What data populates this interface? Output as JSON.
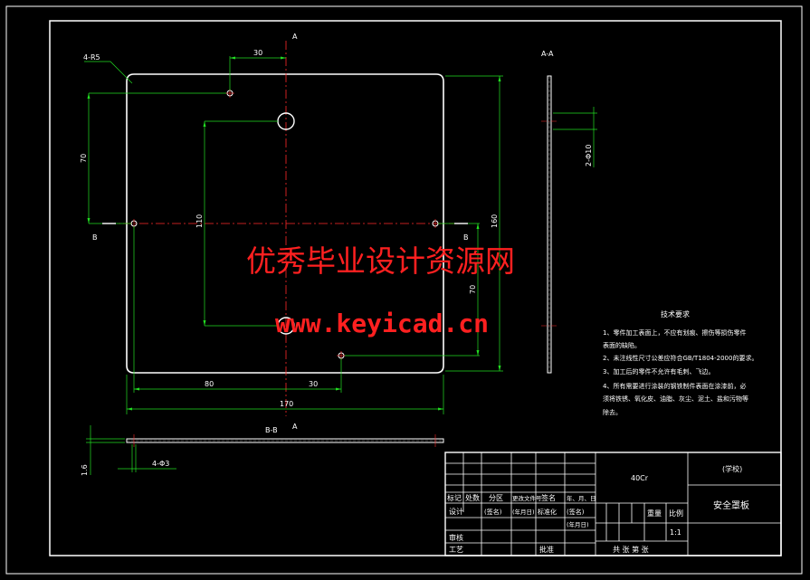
{
  "drawing": {
    "dimensions": {
      "radius_label": "4-R5",
      "top_offset": "30",
      "left_vertical": "70",
      "inner_vertical": "110",
      "right_overall": "160",
      "right_lower": "70",
      "bottom_left": "80",
      "bottom_mid": "30",
      "overall_width": "170",
      "hole_dia": "2-Φ10",
      "thickness": "1.6",
      "holes_small": "4-Φ3"
    },
    "section_marks": {
      "a_top": "A",
      "a_bottom": "A",
      "b_left": "B",
      "b_right": "B",
      "section_aa": "A-A",
      "section_bb": "B-B"
    },
    "technical_requirements": {
      "title": "技术要求",
      "lines": [
        "1、零件加工表面上，不应有划痕、擦伤等损伤零件",
        "表面的缺陷。",
        "2、未注线性尺寸公差应符合GB/T1804-2000的要求。",
        "3、加工后的零件不允许有毛刺、飞边。",
        "4、所有需要进行涂装的钢铁制件表面在涂漆前，必",
        "须将铁锈、氧化皮、油脂、灰尘、泥土、盐和污物等",
        "除去。"
      ]
    }
  },
  "watermark": {
    "line1": "优秀毕业设计资源网",
    "line2": "www.keyicad.cn"
  },
  "title_block": {
    "material": "40Cr",
    "school": "(学校)",
    "part_name": "安全罩板",
    "scale": "1:1",
    "revision_headers": [
      "标记",
      "处数",
      "分区",
      "更改文件号",
      "签名",
      "年、月、日"
    ],
    "rows": [
      {
        "role": "设计",
        "sign": "(签名)",
        "date": "(年月日)",
        "std": "标准化",
        "sign2": "(签名)",
        "date2": "(年月日)"
      }
    ],
    "review": "审核",
    "process": "工艺",
    "approve": "批准",
    "weight_label": "重量",
    "scale_label": "比例",
    "sheet_info": "共  张  第  张"
  }
}
